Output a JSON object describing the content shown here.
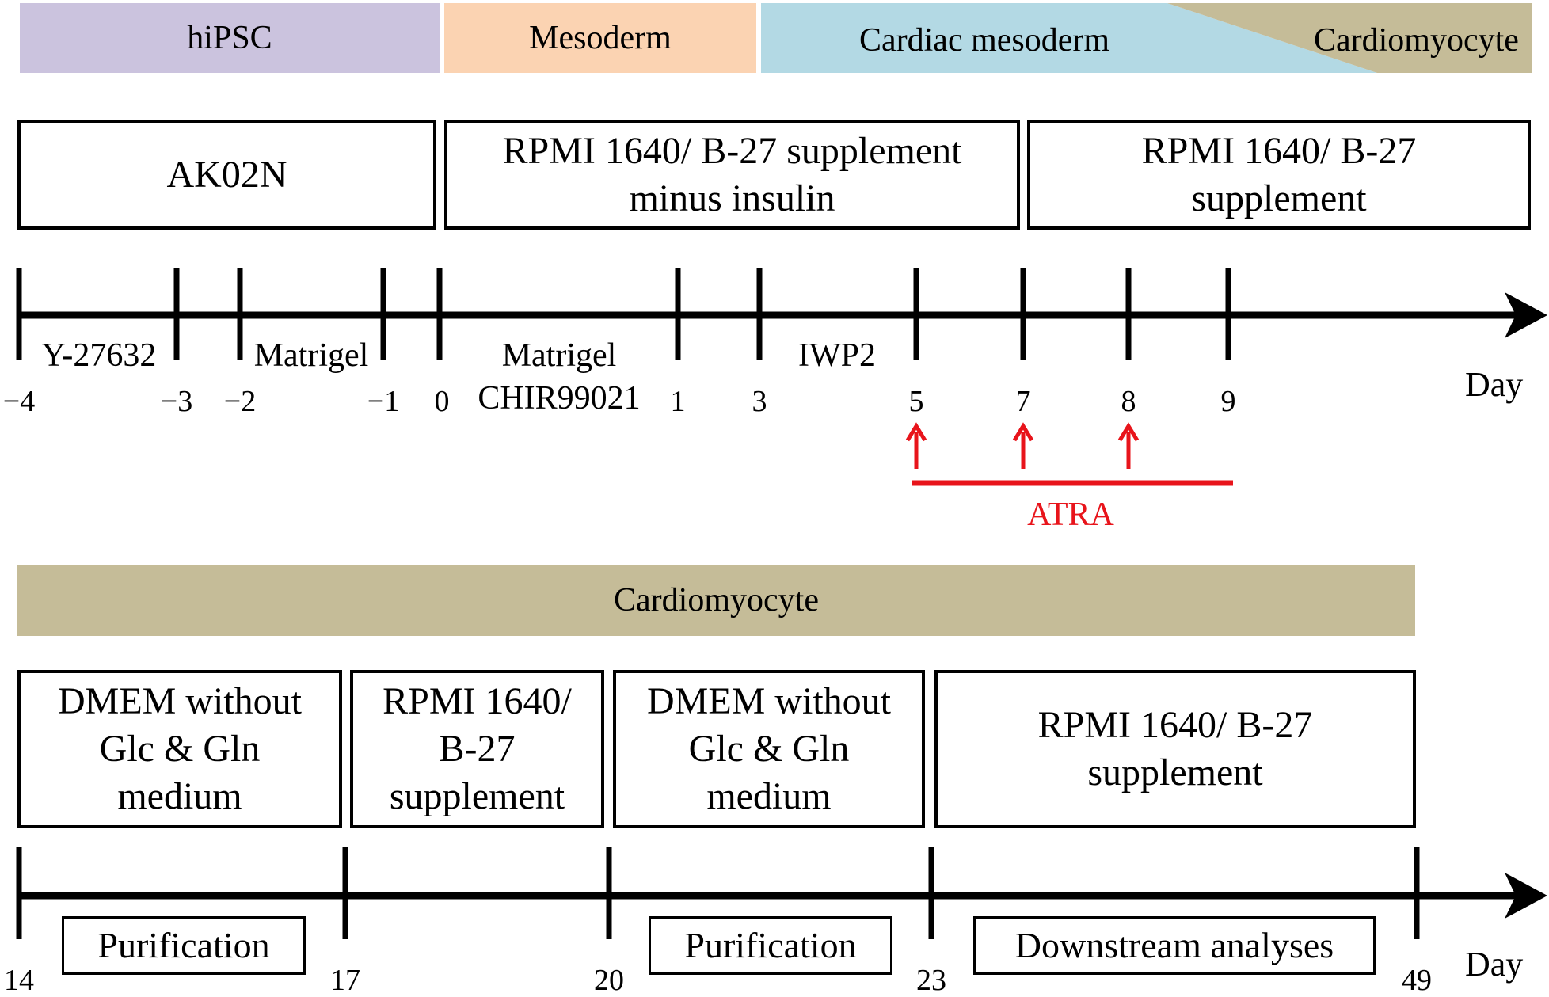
{
  "top": {
    "stages": [
      {
        "id": "hipsc",
        "label": "hiPSC",
        "color": "#cbc3de"
      },
      {
        "id": "mesoderm",
        "label": "Mesoderm",
        "color": "#fbd3b2"
      },
      {
        "id": "cardiac_mesoderm",
        "label": "Cardiac mesoderm",
        "color": "#b3d9e4"
      },
      {
        "id": "cardiomyocyte",
        "label": "Cardiomyocyte",
        "color": "#c5bc98"
      }
    ],
    "media": [
      {
        "lines": [
          "AK02N"
        ]
      },
      {
        "lines": [
          "RPMI 1640/ B-27 supplement",
          "minus insulin"
        ]
      },
      {
        "lines": [
          "RPMI 1640/ B-27",
          "supplement"
        ]
      }
    ],
    "ticks": [
      "−4",
      "−3",
      "−2",
      "−1",
      "0",
      "1",
      "3",
      "5",
      "7",
      "8",
      "9"
    ],
    "treatments": [
      "Y-27632",
      "Matrigel",
      "Matrigel",
      "CHIR99021",
      "IWP2"
    ],
    "atra": {
      "label": "ATRA",
      "color": "#e8141b",
      "days": [
        "5",
        "7",
        "8"
      ]
    },
    "day_label": "Day"
  },
  "bottom": {
    "stage": {
      "label": "Cardiomyocyte",
      "color": "#c5bc98"
    },
    "media": [
      {
        "lines": [
          "DMEM without",
          "Glc & Gln",
          "medium"
        ]
      },
      {
        "lines": [
          "RPMI 1640/",
          "B-27",
          "supplement"
        ]
      },
      {
        "lines": [
          "DMEM without",
          "Glc & Gln",
          "medium"
        ]
      },
      {
        "lines": [
          "RPMI 1640/ B-27",
          "supplement"
        ]
      }
    ],
    "ticks": [
      "14",
      "17",
      "20",
      "23",
      "49"
    ],
    "phases": [
      "Purification",
      "Purification",
      "Downstream analyses"
    ],
    "day_label": "Day"
  }
}
